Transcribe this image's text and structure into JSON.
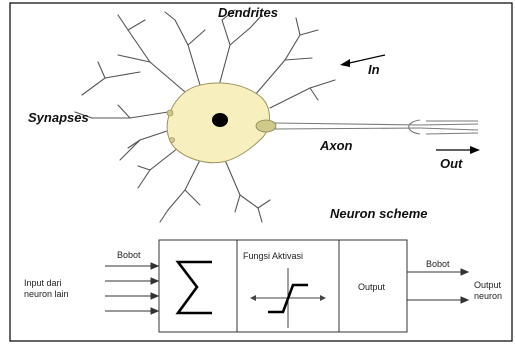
{
  "neuron": {
    "dendrites_label": "Dendrites",
    "in_label": "In",
    "synapses_label": "Synapses",
    "axon_label": "Axon",
    "out_label": "Out",
    "scheme_label": "Neuron scheme",
    "body_color": "#f7f0be"
  },
  "model": {
    "bobot_in_label": "Bobot",
    "input_label_line1": "Input dari",
    "input_label_line2": "neuron lain",
    "sum_symbol": "∑",
    "activation_label": "Fungsi Aktivasi",
    "output_box_label": "Output",
    "bobot_out_label": "Bobot",
    "output_label_line1": "Output",
    "output_label_line2": "neuron"
  }
}
